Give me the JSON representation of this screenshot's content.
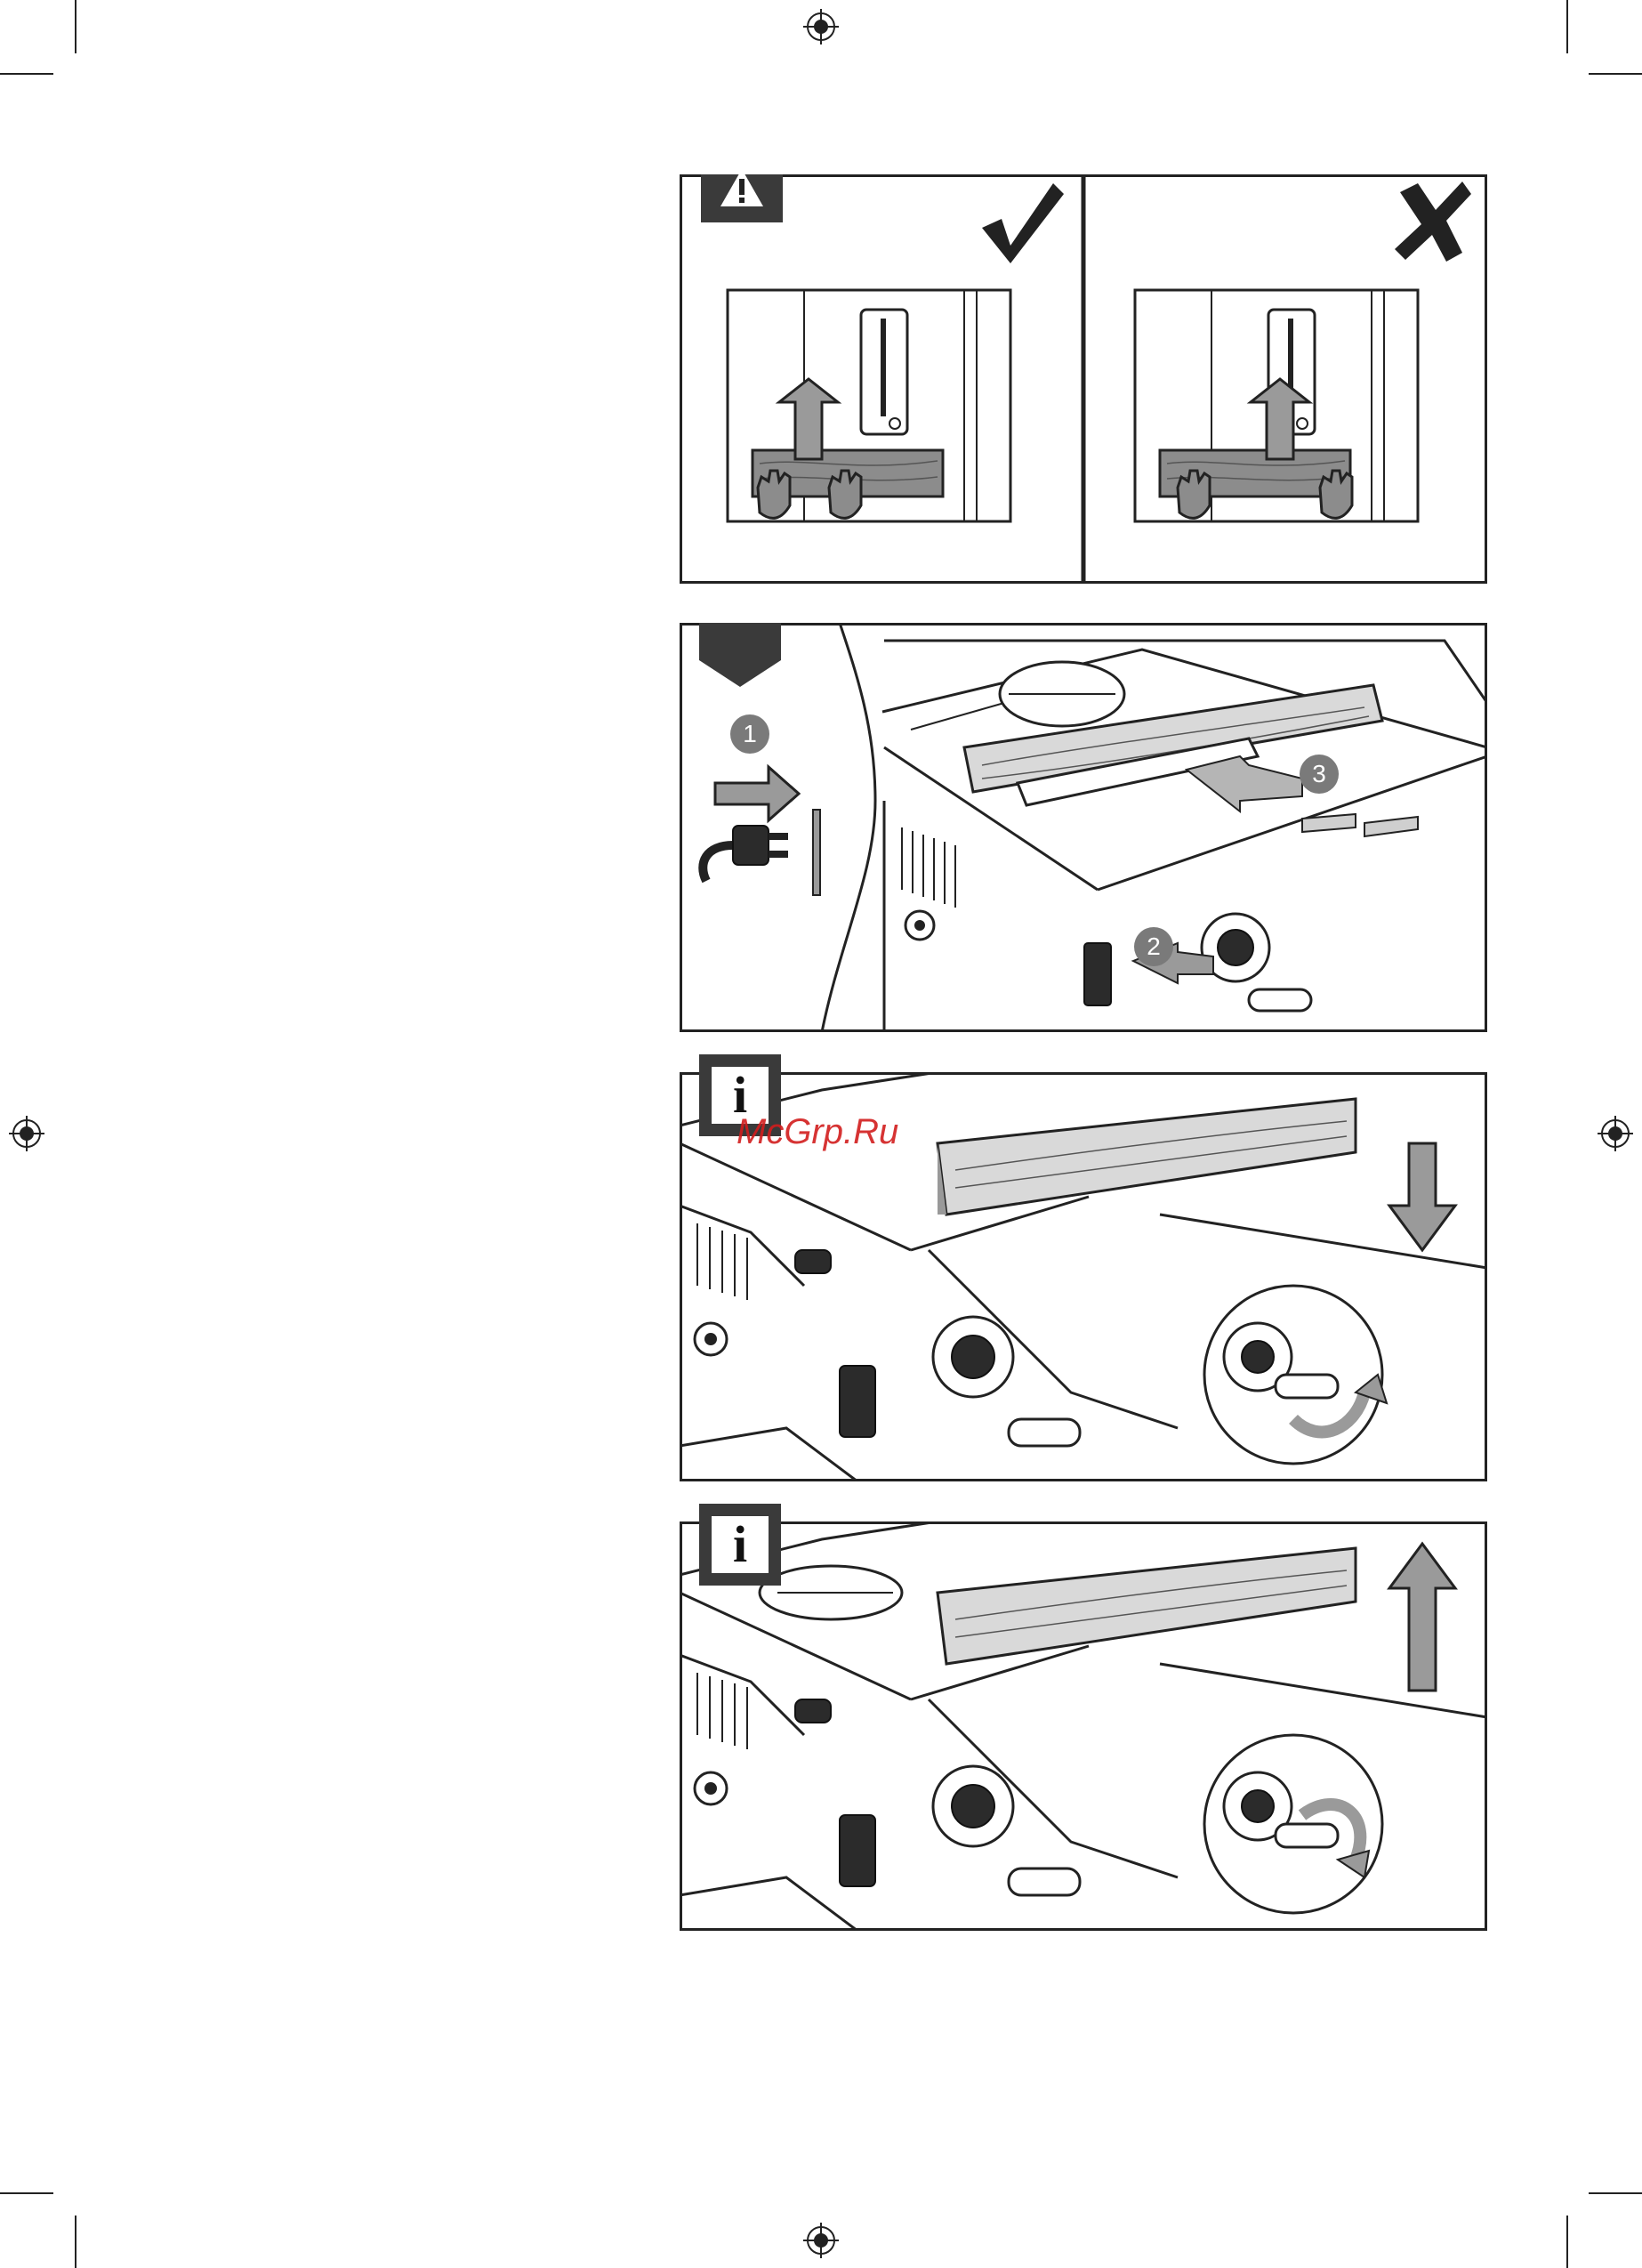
{
  "watermark": "McGrp.Ru",
  "panels": [
    {
      "icon": "warning-icon",
      "left_mark": "check-mark-icon",
      "right_mark": "cross-mark-icon"
    },
    {
      "icon": "step-arrow-icon",
      "steps": [
        "1",
        "2",
        "3"
      ]
    },
    {
      "icon": "info-icon",
      "icon_text": "i",
      "action": "lower-blade"
    },
    {
      "icon": "info-icon",
      "icon_text": "i",
      "action": "raise-blade"
    }
  ],
  "colors": {
    "line": "#222222",
    "wood": "#8c8c8c",
    "arrow": "#9a9a9a",
    "icon_bg": "#3a3a3a",
    "watermark": "#d21d1d"
  }
}
